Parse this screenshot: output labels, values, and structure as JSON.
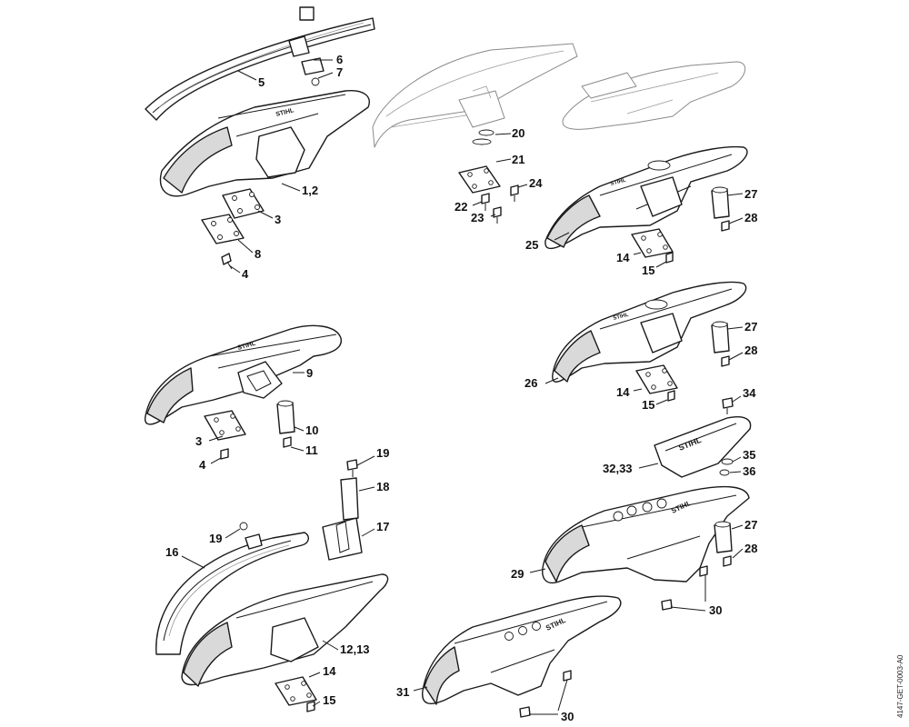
{
  "drawing_code": "4147-GET-0003-A0",
  "labels": {
    "l1": "5",
    "l2": "6",
    "l3": "7",
    "l4": "1,2",
    "l5": "3",
    "l6": "8",
    "l7": "4",
    "l8": "20",
    "l9": "21",
    "l10": "24",
    "l11": "22",
    "l12": "23",
    "l13": "27",
    "l14": "28",
    "l15": "25",
    "l16": "14",
    "l17": "15",
    "l18": "9",
    "l19": "10",
    "l20": "11",
    "l21": "3",
    "l22": "4",
    "l23": "27",
    "l24": "28",
    "l25": "26",
    "l26": "14",
    "l27": "15",
    "l28": "34",
    "l29": "35",
    "l30": "36",
    "l31": "32,33",
    "l32": "19",
    "l33": "18",
    "l34": "17",
    "l35": "19",
    "l36": "16",
    "l37": "12,13",
    "l38": "14",
    "l39": "15",
    "l40": "27",
    "l41": "28",
    "l42": "29",
    "l43": "30",
    "l44": "31",
    "l45": "30"
  }
}
